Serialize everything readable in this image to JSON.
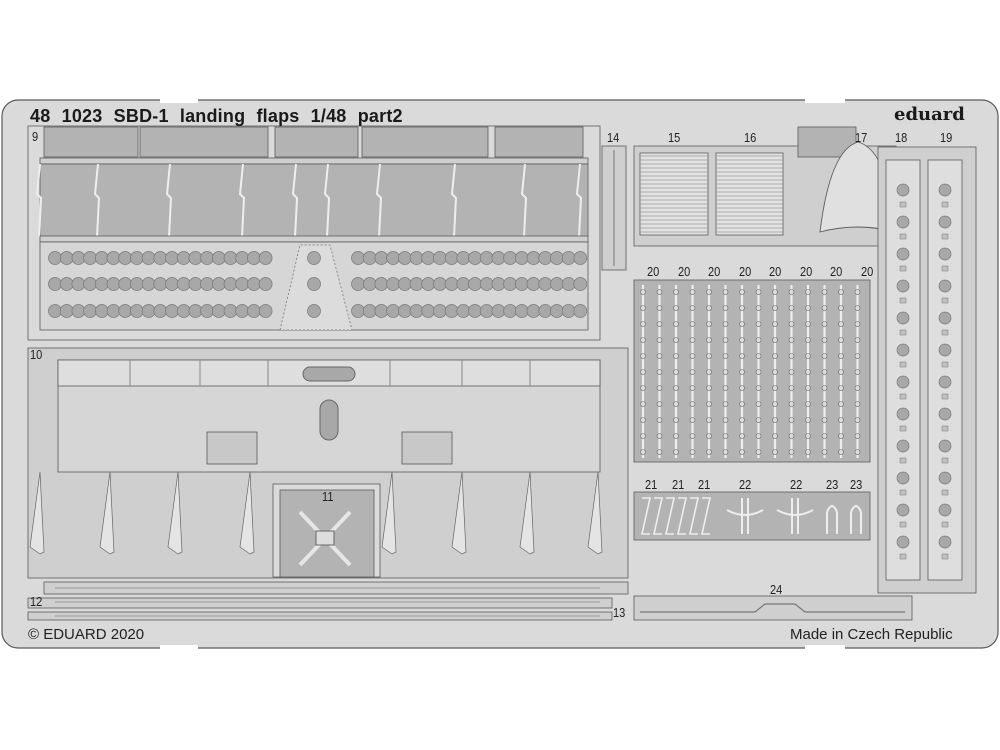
{
  "fret": {
    "title": "48 1023  SBD-1 landing flaps   1/48   part2",
    "brand": "eduard",
    "copyright": "© EDUARD 2020",
    "origin": "Made in Czech Republic",
    "colors": {
      "fret": "#dadada",
      "part": "#b3b3b3",
      "edge": "#5a5a5a",
      "hole": "#a8a8a8"
    }
  },
  "part_labels": {
    "p9": "9",
    "p10": "10",
    "p11": "11",
    "p12": "12",
    "p13": "13",
    "p14": "14",
    "p15": "15",
    "p16": "16",
    "p17": "17",
    "p18": "18",
    "p19": "19",
    "p20": [
      "20",
      "20",
      "20",
      "20",
      "20",
      "20",
      "20",
      "20"
    ],
    "p21": [
      "21",
      "21",
      "21"
    ],
    "p22": [
      "22",
      "22"
    ],
    "p23": [
      "23",
      "23"
    ],
    "p24": "24"
  }
}
